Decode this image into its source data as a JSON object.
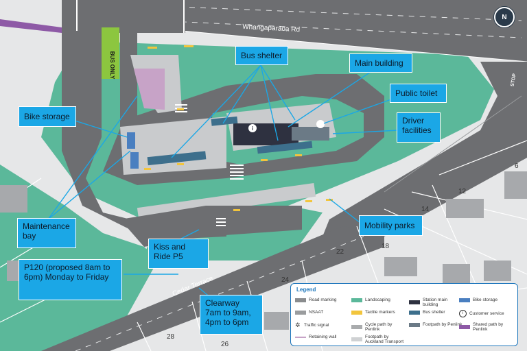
{
  "road_labels": {
    "whangaparaoa": "Whangaparāoa Rd",
    "cedar": "Cedar Terrace",
    "bus_only": "BUS ONLY",
    "stop": "STOP"
  },
  "north": "N",
  "lot_numbers": [
    "6",
    "12",
    "14",
    "18",
    "22",
    "24",
    "26",
    "28"
  ],
  "callouts": {
    "bus_shelter": "Bus shelter",
    "main_building": "Main building",
    "public_toilet": "Public toilet",
    "driver_facilities": "Driver facilities",
    "bike_storage": "Bike storage",
    "maintenance_bay": "Maintenance bay",
    "mobility_parks": "Mobility parks",
    "kiss_ride": "Kiss and Ride P5",
    "p120": "P120 (proposed 8am to 6pm) Monday to Friday",
    "clearway": "Clearway 7am to 9am, 4pm to 6pm"
  },
  "legend": {
    "title": "Legend",
    "items": [
      {
        "label": "Road marking",
        "color": "#8a8c8e",
        "kind": "swatch"
      },
      {
        "label": "Landscaping",
        "color": "#5bb89a",
        "kind": "swatch"
      },
      {
        "label": "Station main building",
        "color": "#2e3140",
        "kind": "swatch"
      },
      {
        "label": "Bike storage",
        "color": "#4a7fc0",
        "kind": "swatch"
      },
      {
        "label": "NSAAT",
        "color": "#9a9c9e",
        "kind": "swatch"
      },
      {
        "label": "Tactile markers",
        "color": "#f2c53d",
        "kind": "swatch"
      },
      {
        "label": "Bus shelter",
        "color": "#3d6f8c",
        "kind": "swatch"
      },
      {
        "label": "Customer service",
        "color": "#ffffff",
        "kind": "info"
      },
      {
        "label": "Traffic signal",
        "color": "#333333",
        "kind": "signal"
      },
      {
        "label": "Cycle path by Penlink",
        "color": "#a9abad",
        "kind": "swatch"
      },
      {
        "label": "Footpath by Penlink",
        "color": "#6b7a86",
        "kind": "swatch"
      },
      {
        "label": "Shared path by Penlink",
        "color": "#8e5aa6",
        "kind": "swatch"
      },
      {
        "label": "Retaining wall",
        "color": "#c7a3c7",
        "kind": "line"
      },
      {
        "label": "Footpath by Auckland Transport",
        "color": "#cfd1d3",
        "kind": "swatch"
      }
    ]
  },
  "colors": {
    "background": "#e6e7e8",
    "road": "#6d6e71",
    "landscaping": "#5bb89a",
    "platform": "#c9cbcd",
    "callout": "#1ba7e6",
    "building": "#2e3140",
    "bike_storage": "#4a7fc0",
    "bus_shelter": "#3d6f8c",
    "shared_path": "#8e5aa6"
  }
}
